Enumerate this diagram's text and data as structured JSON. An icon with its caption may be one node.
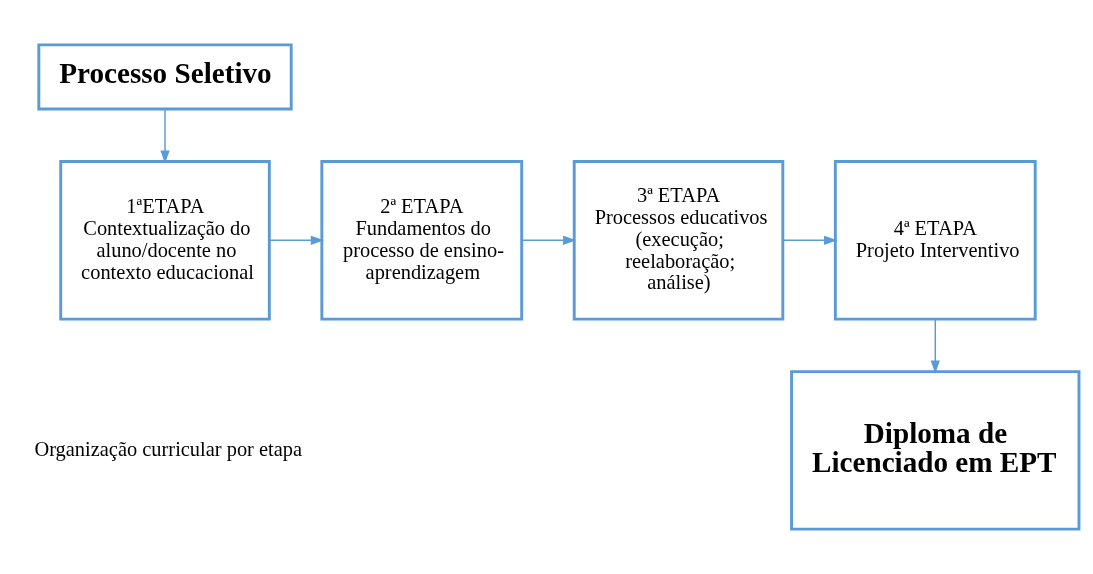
{
  "diagram": {
    "nodes": [
      {
        "text": [
          "Processo Seletivo"
        ]
      },
      {
        "text": [
          "1ªETAPA",
          "Contextualização do aluno/docente no contexto educacional"
        ]
      },
      {
        "text": [
          "2ª ETAPA",
          "Fundamentos do processo de ensino-aprendizagem"
        ]
      },
      {
        "text": [
          "3ª ETAPA",
          "Processos educativos (execução; reelaboração; análise)"
        ]
      },
      {
        "text": [
          "4ª ETAPA",
          "Projeto Interventivo"
        ]
      },
      {
        "text": [
          "Diploma de Licenciado em EPT"
        ]
      }
    ],
    "edges": [
      {
        "from": 0,
        "to": 1,
        "arrow": "to"
      },
      {
        "from": 1,
        "to": 2,
        "arrow": "to"
      },
      {
        "from": 2,
        "to": 3,
        "arrow": "to"
      },
      {
        "from": 3,
        "to": 4,
        "arrow": "to"
      },
      {
        "from": 4,
        "to": 5,
        "arrow": "to"
      }
    ],
    "labels": [
      "Organização curricular por etapa"
    ]
  }
}
